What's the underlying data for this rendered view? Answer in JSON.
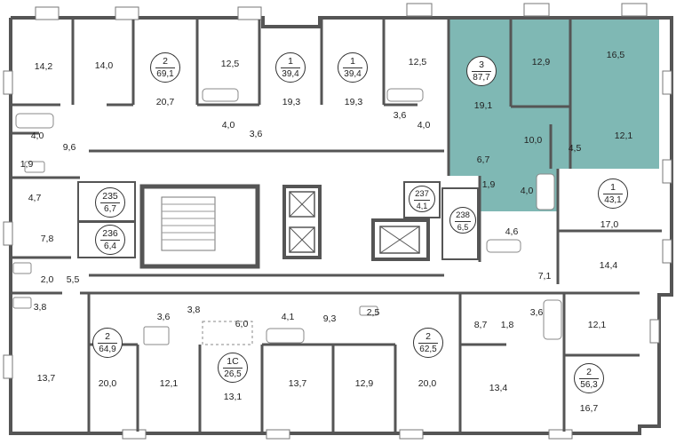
{
  "colors": {
    "wall": "#555555",
    "highlight": "#7fb8b4",
    "line": "#9a9a9a",
    "background": "#ffffff"
  },
  "badges": [
    {
      "id": "apt-2-69",
      "type": "2",
      "area": "69,1"
    },
    {
      "id": "apt-1-39a",
      "type": "1",
      "area": "39,4"
    },
    {
      "id": "apt-1-39b",
      "type": "1",
      "area": "39,4"
    },
    {
      "id": "apt-3-87",
      "type": "3",
      "area": "87,7"
    },
    {
      "id": "room-235",
      "type": "235",
      "area": "6,7"
    },
    {
      "id": "room-236",
      "type": "236",
      "area": "6,4"
    },
    {
      "id": "room-237",
      "type": "237",
      "area": "4,1"
    },
    {
      "id": "room-238",
      "type": "238",
      "area": "6,5"
    },
    {
      "id": "apt-1-43",
      "type": "1",
      "area": "43,1"
    },
    {
      "id": "apt-2-64",
      "type": "2",
      "area": "64,9"
    },
    {
      "id": "apt-1c-26",
      "type": "1С",
      "area": "26,5"
    },
    {
      "id": "apt-2-62",
      "type": "2",
      "area": "62,5"
    },
    {
      "id": "apt-2-56",
      "type": "2",
      "area": "56,3"
    }
  ],
  "areas": [
    "14,2",
    "14,0",
    "20,7",
    "12,5",
    "19,3",
    "19,3",
    "12,5",
    "12,9",
    "16,5",
    "19,1",
    "4,0",
    "3,6",
    "3,6",
    "4,0",
    "4,0",
    "9,6",
    "10,0",
    "12,1",
    "4,5",
    "1,9",
    "6,7",
    "1,9",
    "4,0",
    "17,0",
    "4,7",
    "7,8",
    "4,6",
    "14,4",
    "2,0",
    "5,5",
    "3,8",
    "7,1",
    "3,6",
    "3,8",
    "6,0",
    "4,1",
    "9,3",
    "2,5",
    "8,7",
    "1,8",
    "3,6",
    "12,1",
    "13,7",
    "20,0",
    "12,1",
    "13,1",
    "13,7",
    "12,9",
    "20,0",
    "13,4",
    "16,7"
  ]
}
